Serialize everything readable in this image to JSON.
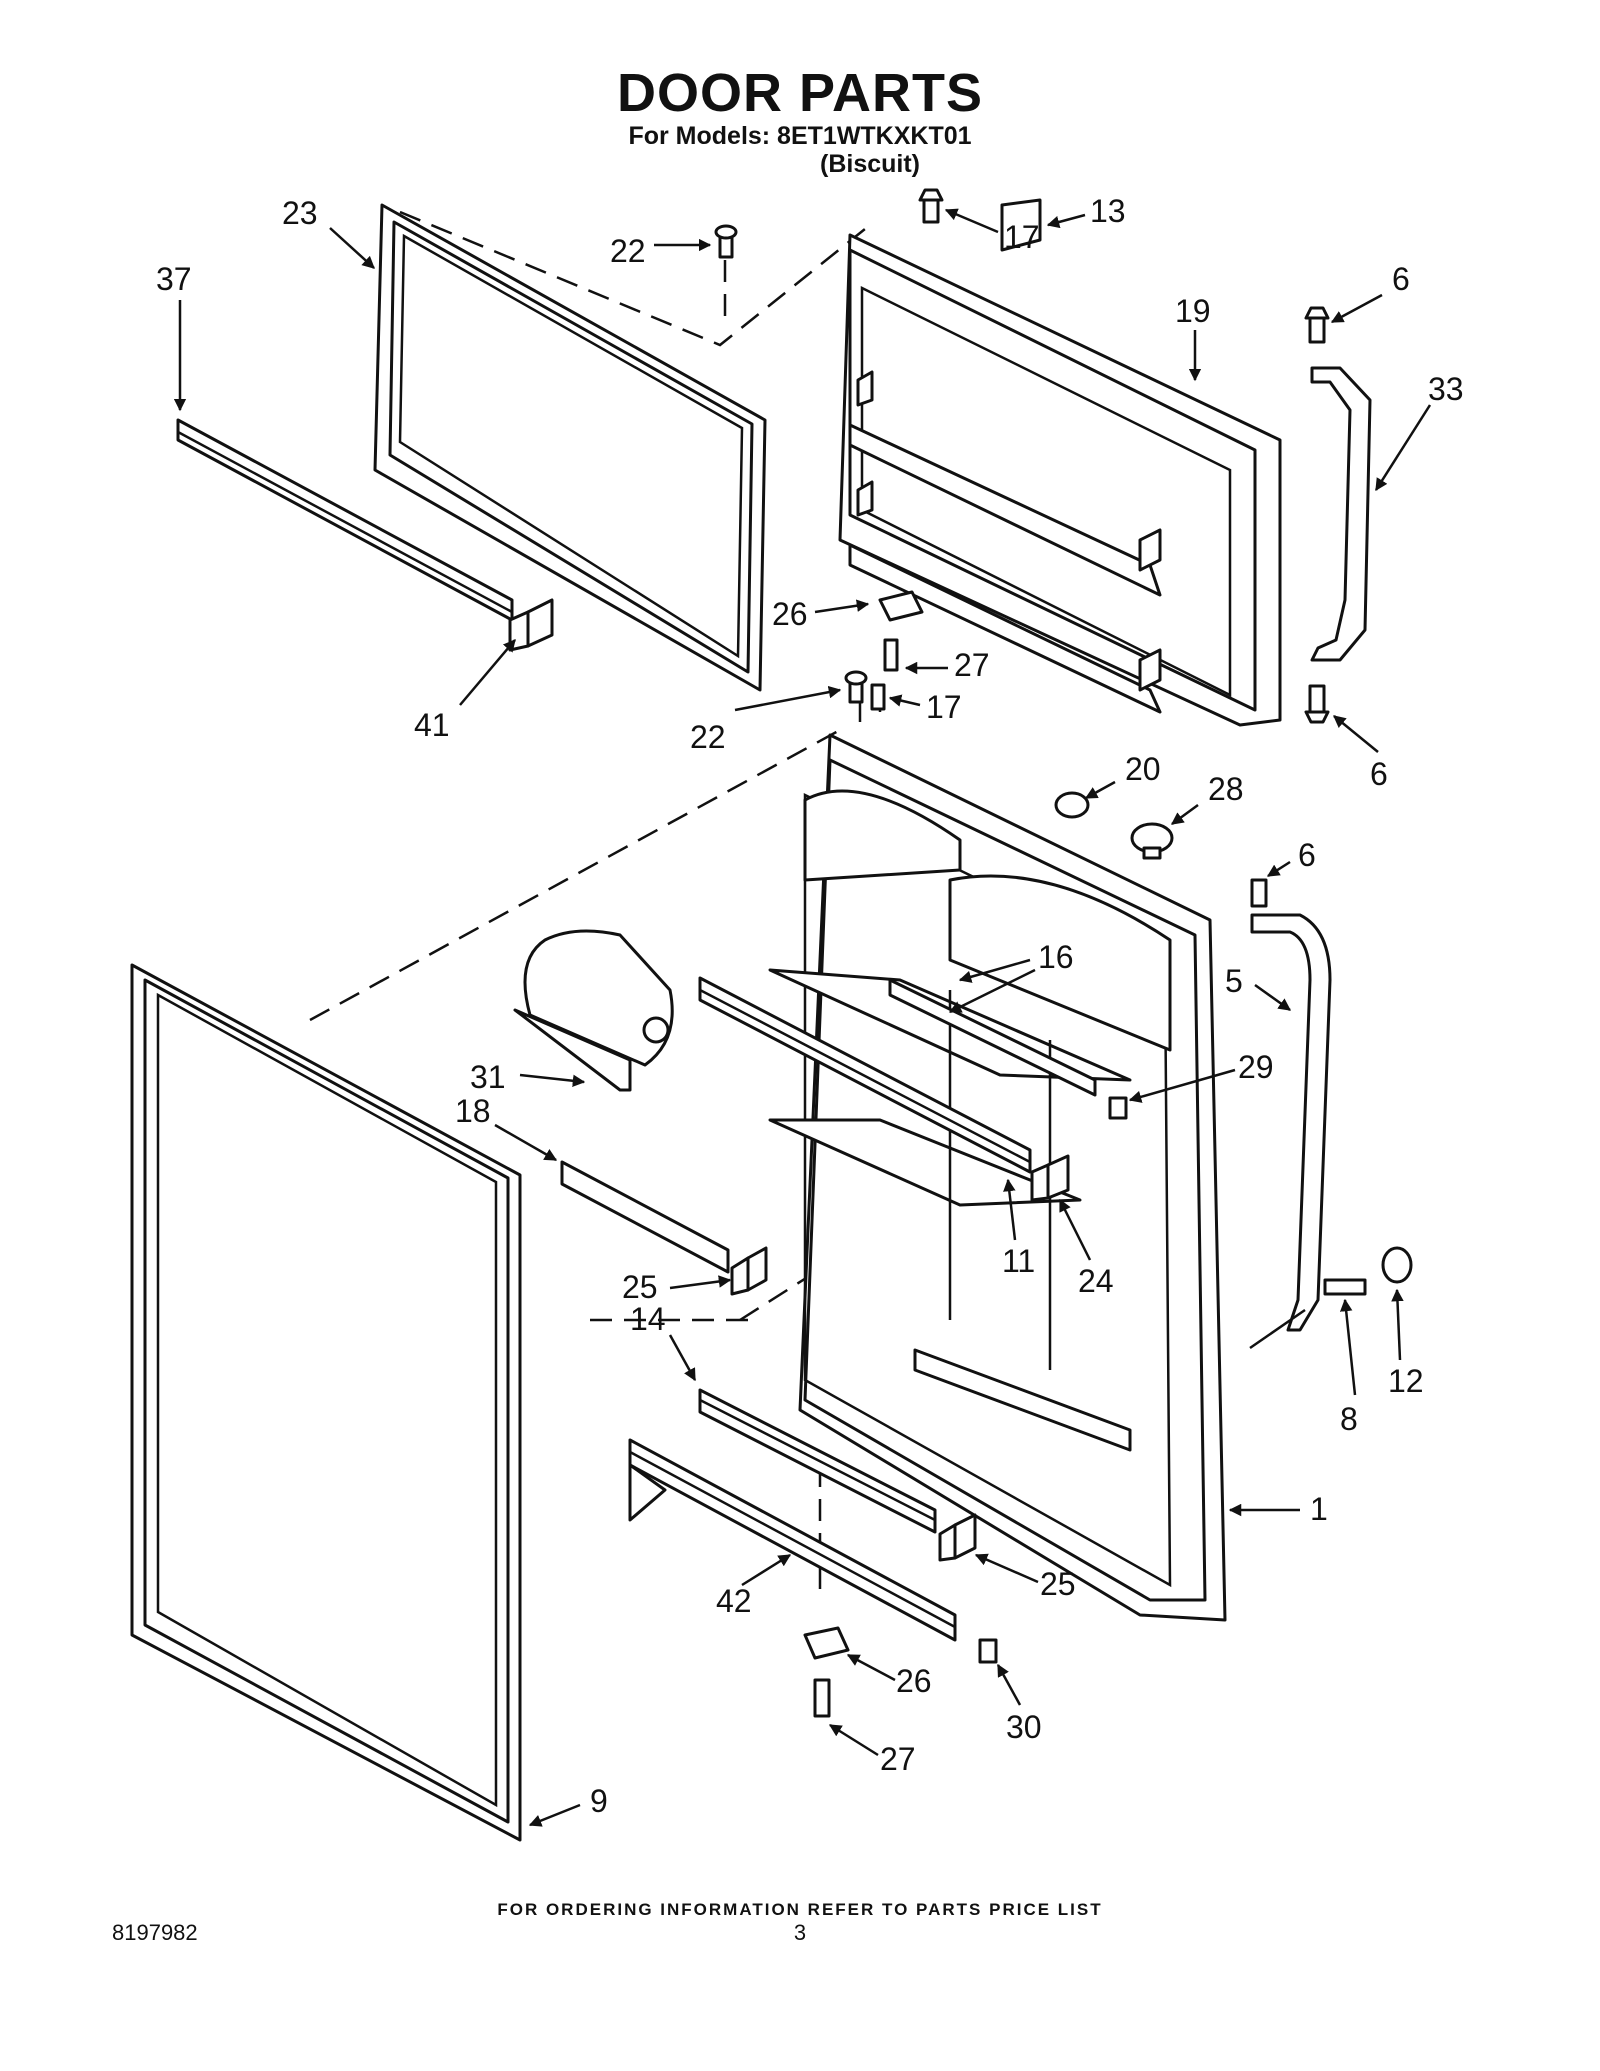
{
  "title": "DOOR PARTS",
  "models_line": "For Models: 8ET1WTKXKT01",
  "variant": "(Biscuit)",
  "footer_note": "FOR ORDERING INFORMATION REFER TO PARTS PRICE LIST",
  "doc_number": "8197982",
  "page_number": "3",
  "callouts": {
    "c23": "23",
    "c37": "37",
    "c41": "41",
    "c22a": "22",
    "c17a": "17",
    "c13": "13",
    "c19": "19",
    "c6a": "6",
    "c33": "33",
    "c26a": "26",
    "c27a": "27",
    "c22b": "22",
    "c17b": "17",
    "c6b": "6",
    "c20": "20",
    "c28": "28",
    "c6c": "6",
    "c5": "5",
    "c16": "16",
    "c31": "31",
    "c29": "29",
    "c18": "18",
    "c11": "11",
    "c24": "24",
    "c25a": "25",
    "c14": "14",
    "c8": "8",
    "c12": "12",
    "c1": "1",
    "c25b": "25",
    "c42": "42",
    "c26b": "26",
    "c30": "30",
    "c27b": "27",
    "c9": "9"
  }
}
